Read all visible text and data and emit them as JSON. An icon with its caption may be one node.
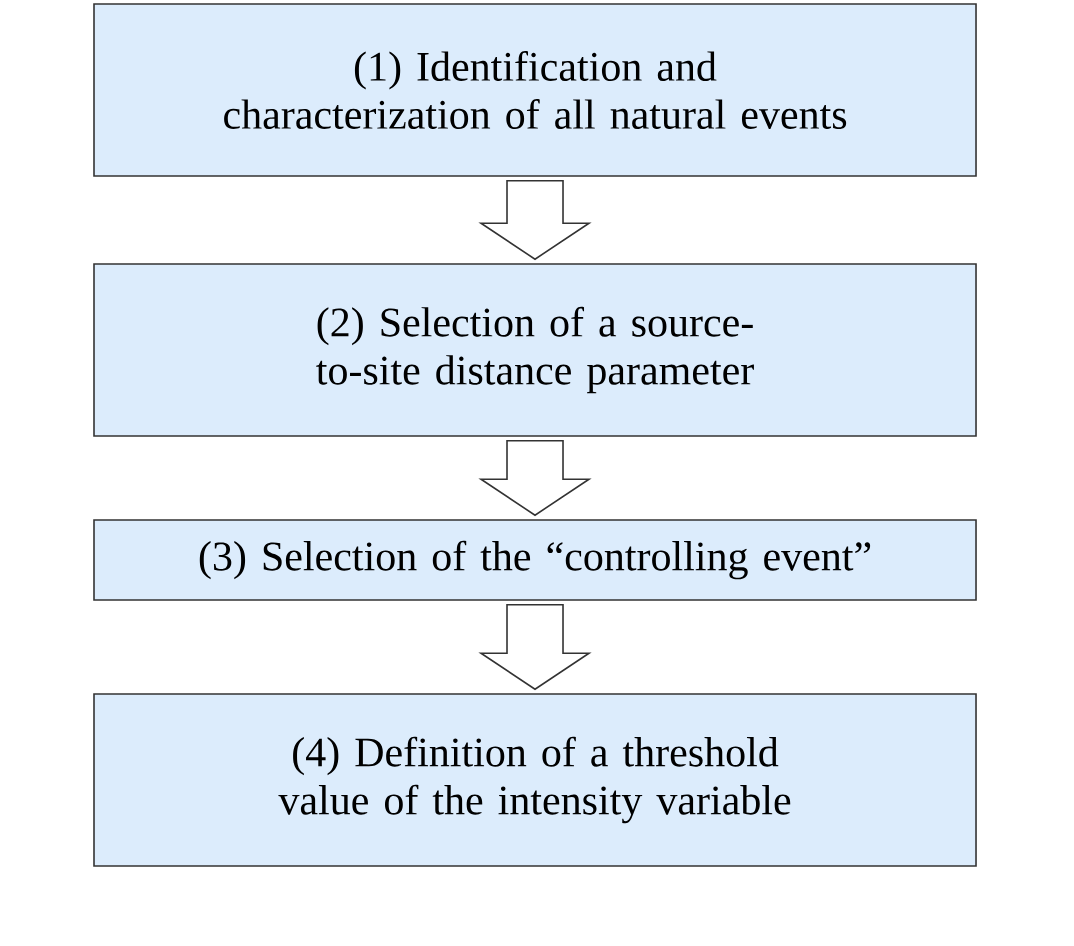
{
  "diagram": {
    "nodes": [
      {
        "text": [
          "(1) Identification and characterization of all natural events"
        ]
      },
      {
        "text": [
          "(2) Selection of a source-to-site distance parameter"
        ]
      },
      {
        "text": [
          "(3) Selection of the “controlling event”"
        ]
      },
      {
        "text": [
          "(4) Definition of a threshold value of the intensity variable"
        ]
      }
    ],
    "edges": [
      {
        "from": 0,
        "to": 1,
        "arrow": "to"
      },
      {
        "from": 1,
        "to": 2,
        "arrow": "to"
      },
      {
        "from": 2,
        "to": 3,
        "arrow": "to"
      }
    ]
  }
}
